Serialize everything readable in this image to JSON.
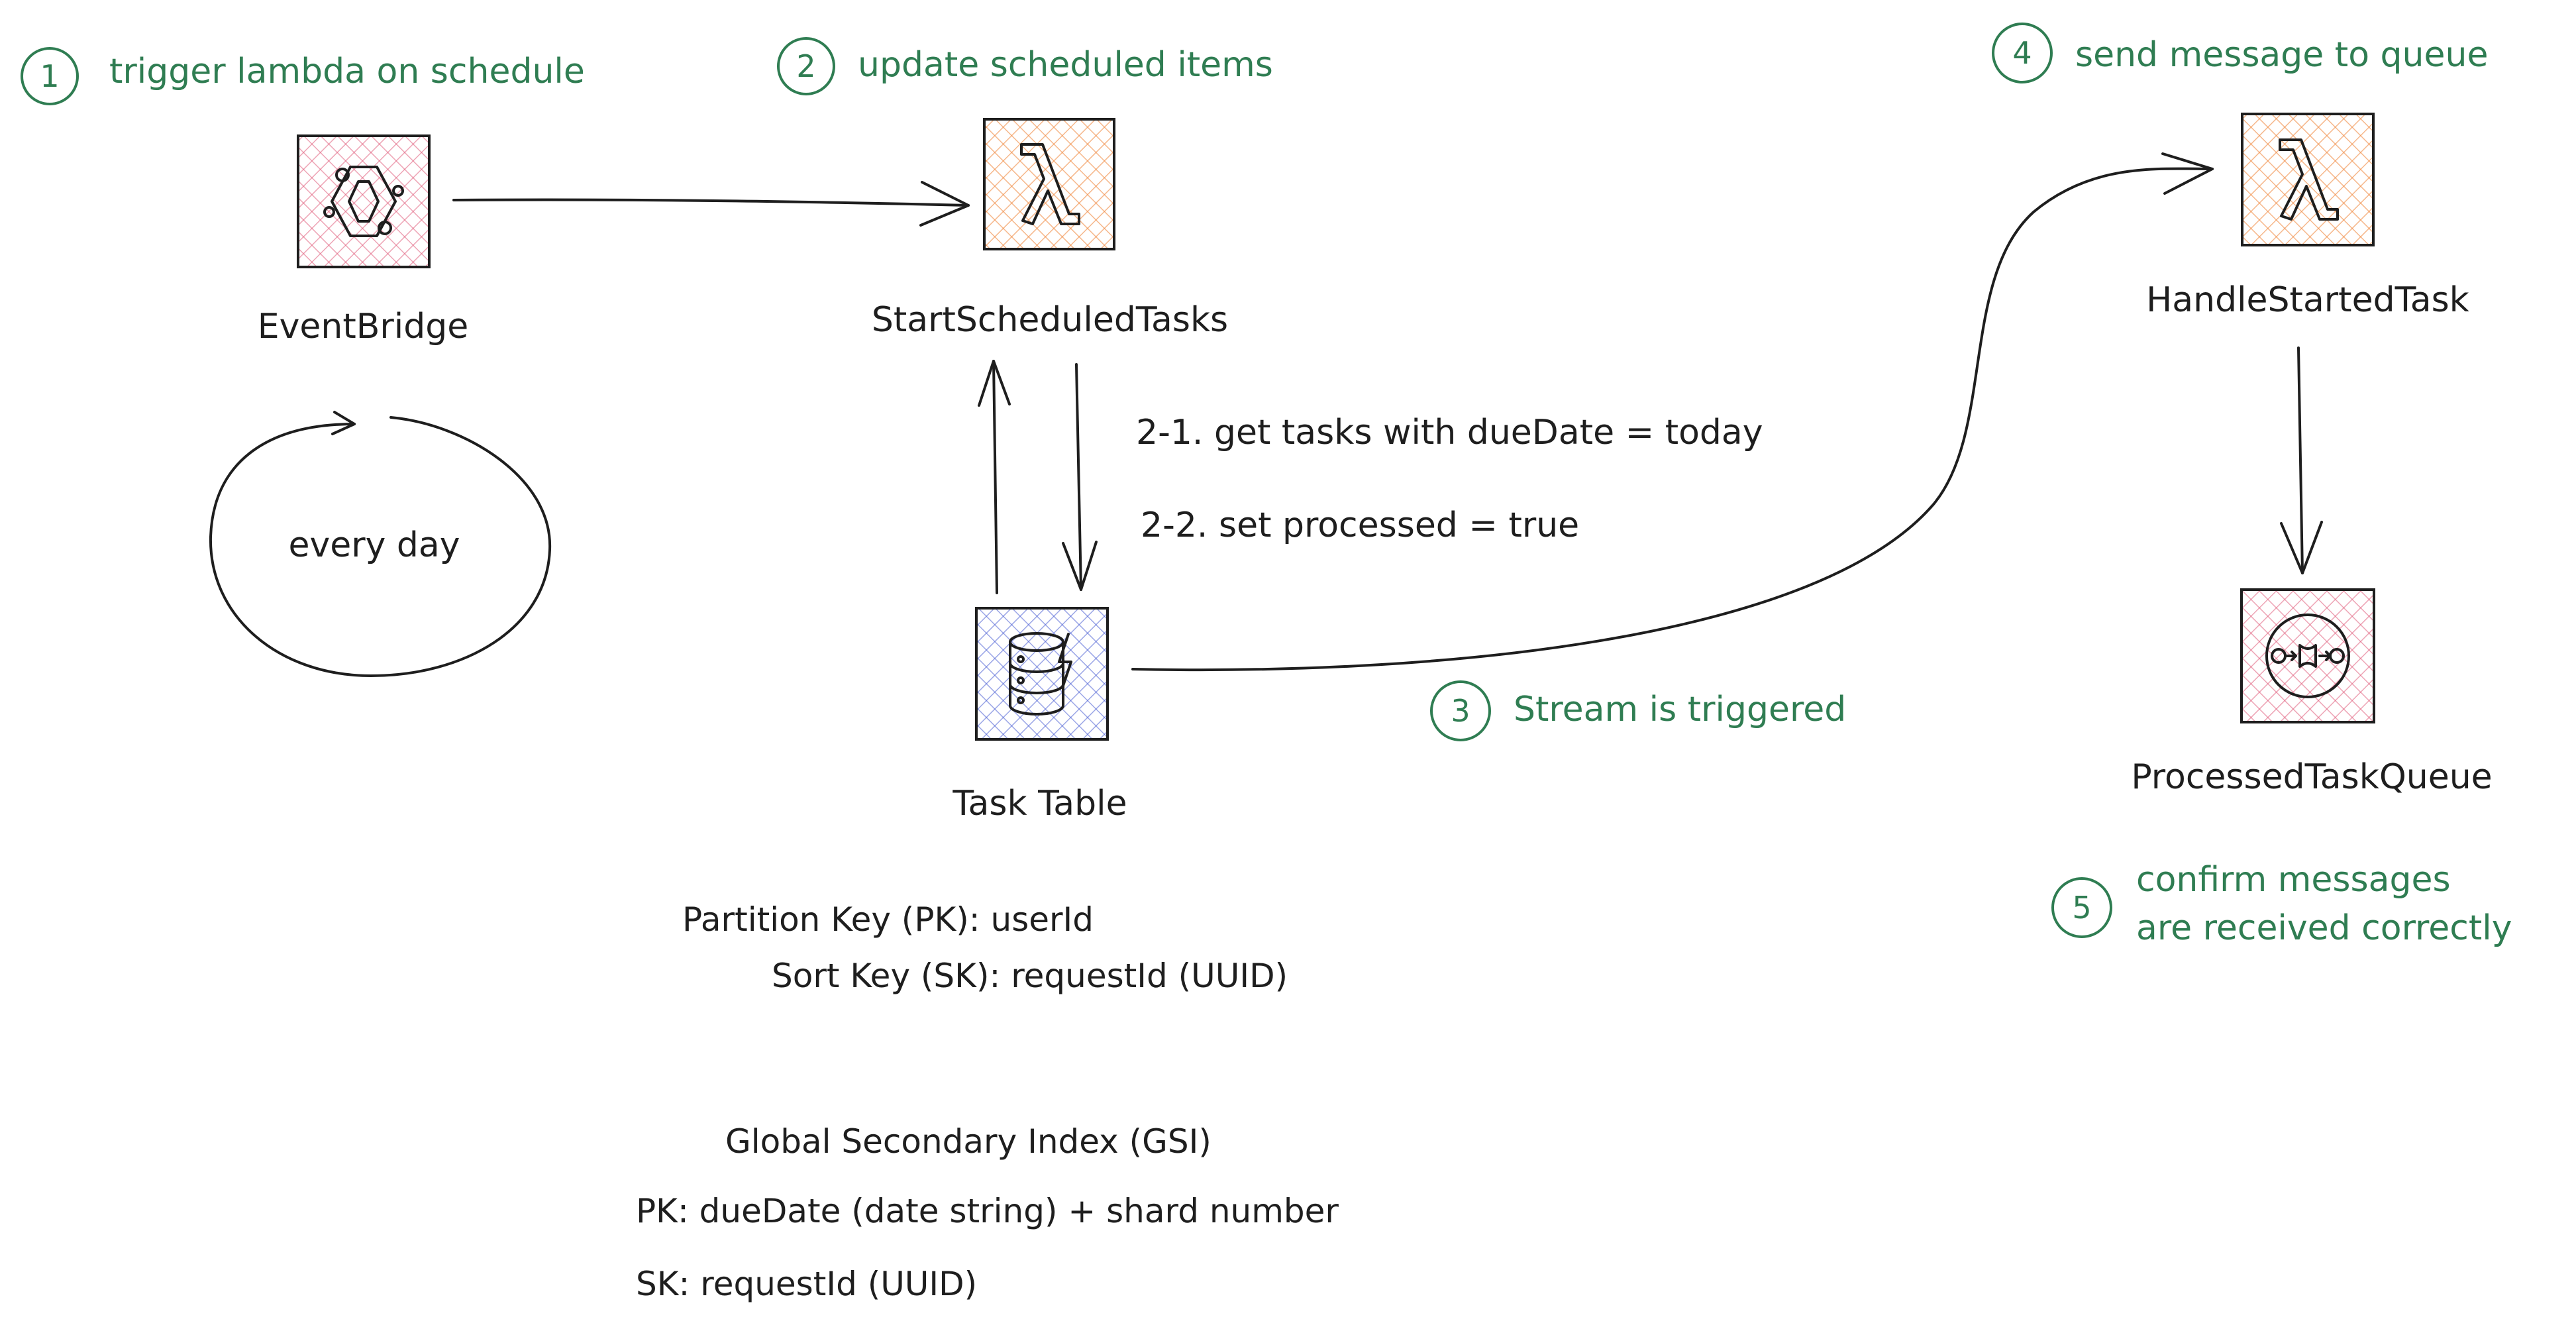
{
  "nodes": {
    "eventbridge": {
      "label": "EventBridge",
      "icon": "eventbridge-icon",
      "color": "#e05a7a"
    },
    "start_lambda": {
      "label": "StartScheduledTasks",
      "icon": "lambda-icon",
      "color": "#f0883e"
    },
    "task_table": {
      "label": "Task Table",
      "icon": "dynamodb-icon",
      "color": "#4a5fd4"
    },
    "handle_lambda": {
      "label": "HandleStartedTask",
      "icon": "lambda-icon",
      "color": "#f0883e"
    },
    "queue": {
      "label": "ProcessedTaskQueue",
      "icon": "sqs-icon",
      "color": "#e05a7a"
    }
  },
  "schedule": {
    "label": "every day"
  },
  "notes": [
    {
      "num": "1",
      "text": "trigger lambda on schedule"
    },
    {
      "num": "2",
      "text": "update scheduled items"
    },
    {
      "num": "3",
      "text": "Stream is triggered"
    },
    {
      "num": "4",
      "text": "send message to queue"
    },
    {
      "num": "5",
      "lines": [
        "confirm messages",
        "are received correctly"
      ]
    }
  ],
  "steps": [
    "2-1. get tasks with dueDate = today",
    "2-2. set processed = true"
  ],
  "keys": {
    "partition": "Partition Key (PK): userId",
    "sort": "Sort Key (SK): requestId (UUID)",
    "gsi_title": "Global Secondary Index (GSI)",
    "gsi_pk": "PK: dueDate (date string) + shard number",
    "gsi_sk": "SK: requestId (UUID)"
  },
  "colors": {
    "annotation": "#2f7d52",
    "ink": "#1e1e1e"
  }
}
